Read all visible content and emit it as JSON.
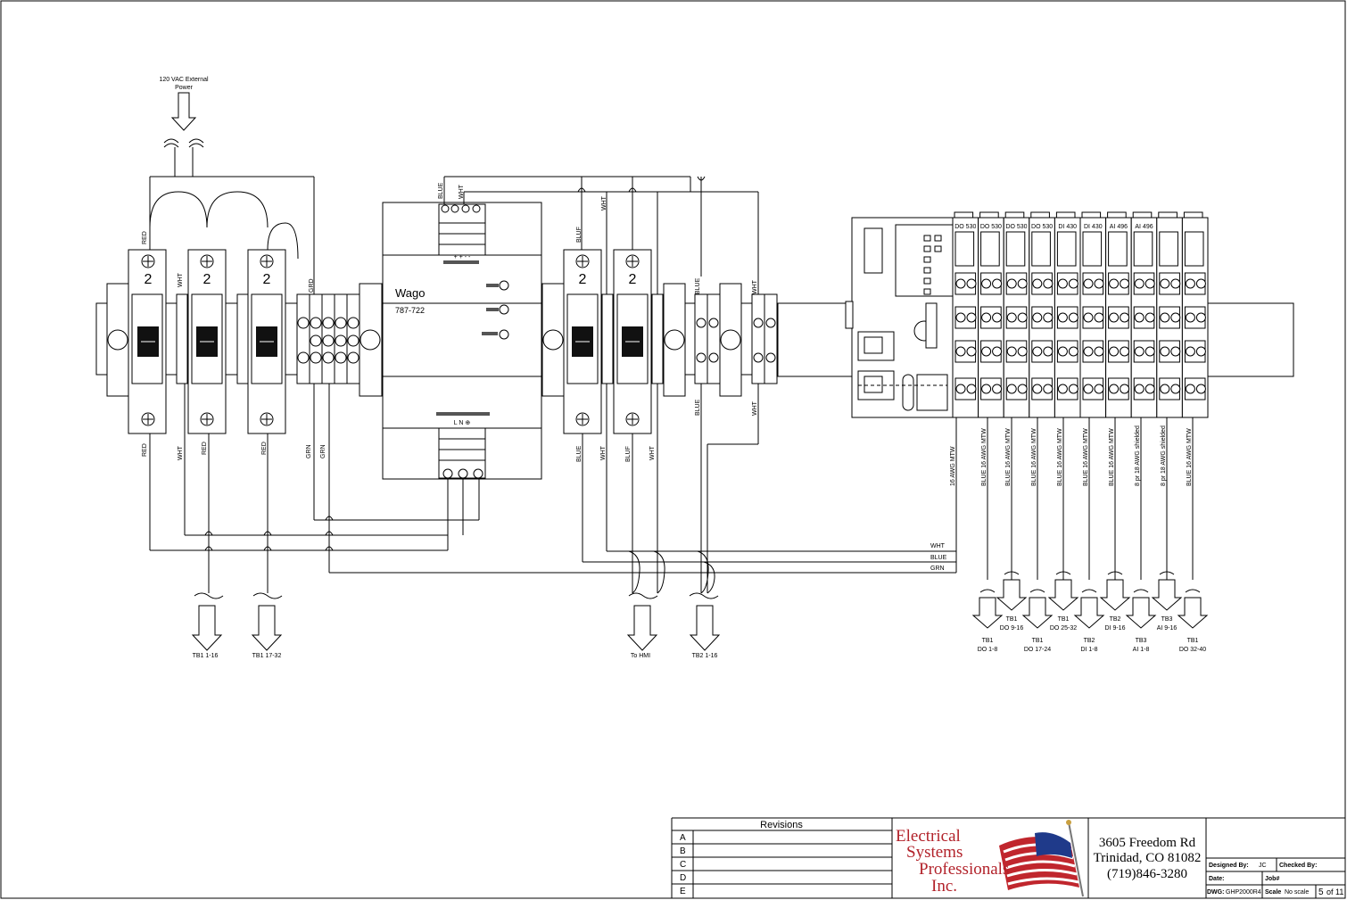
{
  "power_source": {
    "line1": "120 VAC External",
    "line2": "Power"
  },
  "breakers": [
    "2",
    "2",
    "2",
    "2",
    "2"
  ],
  "psu": {
    "brand": "Wago",
    "model": "787-722",
    "terminals": "L  N  ⊕",
    "top_terminals": "+ + - -"
  },
  "wire_colors": {
    "red": "RED",
    "wht": "WHT",
    "grd": "GRD",
    "grn": "GRN",
    "blue": "BLUE",
    "bluf": "BLUF"
  },
  "io_modules": [
    "DO 530",
    "DO 530",
    "DO 530",
    "DO 530",
    "DI 430",
    "DI 430",
    "AI 496",
    "AI 496"
  ],
  "io_wire_labels": [
    "16 AWG MTW",
    "BLUE 16 AWG MTW",
    "BLUE 16 AWG MTW",
    "BLUE 16 AWG MTW",
    "BLUE 16 AWG MTW",
    "BLUE 16 AWG MTW",
    "BLUE 16 AWG MTW",
    "8 pr 18 AWG shielded",
    "8 pr 18 AWG shielded",
    "BLUE 16 AWG MTW"
  ],
  "bus_labels": [
    "WHT",
    "BLUE",
    "GRN"
  ],
  "outputs_left": [
    {
      "tb": "TB1 1-16"
    },
    {
      "tb": "TB1 17-32"
    },
    {
      "tb": "To HMI"
    },
    {
      "tb": "TB2 1-16"
    }
  ],
  "outputs_io_low": [
    {
      "l1": "TB1",
      "l2": "DO 1-8"
    },
    {
      "l1": "TB1",
      "l2": "DO 17-24"
    },
    {
      "l1": "TB2",
      "l2": "DI 1-8"
    },
    {
      "l1": "TB3",
      "l2": "AI 1-8"
    },
    {
      "l1": "TB1",
      "l2": "DO 32-40"
    }
  ],
  "outputs_io_high": [
    {
      "l1": "TB1",
      "l2": "DO 9-16"
    },
    {
      "l1": "TB1",
      "l2": "DO 25-32"
    },
    {
      "l1": "TB2",
      "l2": "DI 9-16"
    },
    {
      "l1": "TB3",
      "l2": "AI 9-16"
    }
  ],
  "title_block": {
    "revisions_header": "Revisions",
    "revision_rows": [
      "A",
      "B",
      "C",
      "D",
      "E"
    ],
    "company_line1": "Electrical",
    "company_line2": "Systems",
    "company_line3": "Professionals",
    "company_line4": "Inc.",
    "address1": "3605 Freedom Rd",
    "address2": "Trinidad, CO 81082",
    "phone": "(719)846-3280",
    "designed_by_label": "Designed By:",
    "designed_by": "JC",
    "checked_by_label": "Checked By:",
    "date_label": "Date:",
    "job_label": "Job#",
    "dwg_label": "DWG:",
    "dwg": "GHP2000R4",
    "scale_label": "Scale",
    "scale": "No scale",
    "sheet": "5",
    "sheet_of": "of 11"
  },
  "colors": {
    "flag_red": "#c0262d",
    "flag_blue": "#1f3a8a",
    "company_red": "#b2222a"
  }
}
